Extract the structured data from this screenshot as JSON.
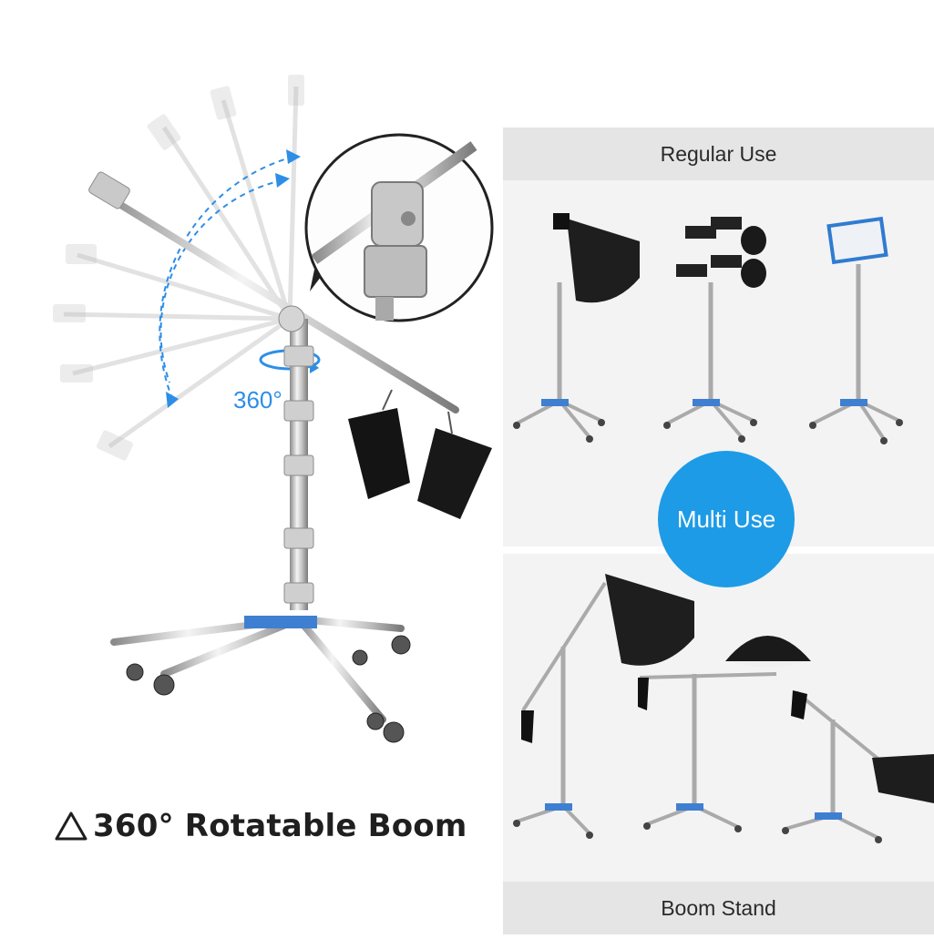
{
  "caption": {
    "text": "360° Rotatable Boom",
    "icon": "triangle-outline-icon"
  },
  "rotation_label": "360°",
  "panel": {
    "top_header": "Regular Use",
    "badge": "Multi Use",
    "bottom_header": "Boom Stand"
  },
  "colors": {
    "accent_blue": "#1d9be6",
    "rotation_blue": "#2e8ee6",
    "header_gray": "#e5e5e5",
    "section_gray": "#f3f3f3"
  }
}
